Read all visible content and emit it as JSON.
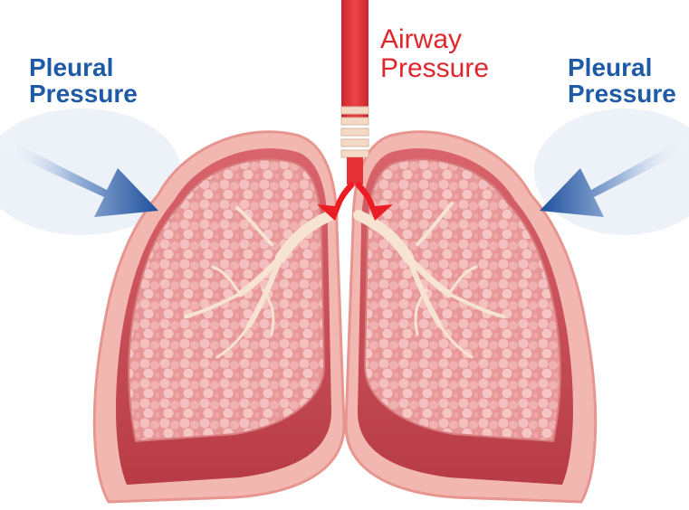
{
  "labels": {
    "pleural_left": [
      "Pleural",
      "Pressure"
    ],
    "pleural_right": [
      "Pleural",
      "Pressure"
    ],
    "airway": [
      "Airway",
      "Pressure"
    ]
  },
  "colors": {
    "pleural_text": "#1f5aa6",
    "airway_text": "#e0262d",
    "arrow_blue": "#1e4f9c",
    "lung_tissue": "#e89a9c",
    "lung_outline": "#f0a8a4",
    "pleural_cavity": "#c8474f",
    "bronchi": "#f6e3d2"
  }
}
